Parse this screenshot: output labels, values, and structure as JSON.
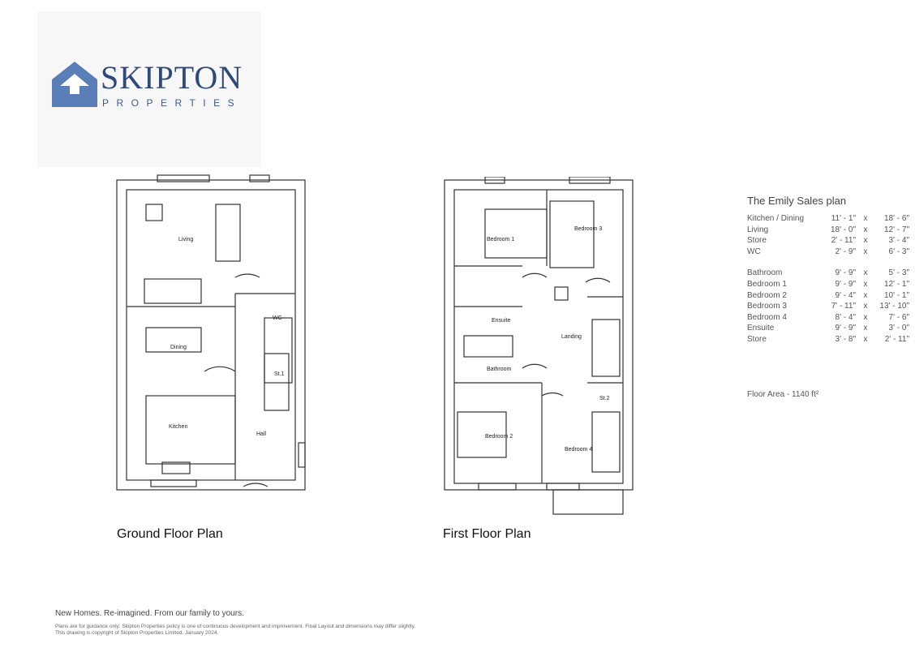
{
  "brand": {
    "name": "SKIPTON",
    "sub": "PROPERTIES"
  },
  "ground": {
    "label": "Ground Floor Plan",
    "rooms": {
      "living": "Living",
      "dining": "Dining",
      "kitchen": "Kitchen",
      "wc": "WC",
      "st1": "St.1",
      "hall": "Hall"
    }
  },
  "first": {
    "label": "First Floor Plan",
    "rooms": {
      "bedroom1": "Bedroom 1",
      "bedroom3": "Bedroom 3",
      "ensuite": "Ensuite",
      "landing": "Landing",
      "bathroom": "Bathroom",
      "st2": "St.2",
      "bedroom2": "Bedroom 2",
      "bedroom4": "Bedroom 4"
    }
  },
  "schedule": {
    "title": "The Emily Sales plan",
    "ground_rows": [
      {
        "name": "Kitchen / Dining",
        "a": "11' - 1\"",
        "x": "x",
        "b": "18' - 6\""
      },
      {
        "name": "Living",
        "a": "18' - 0\"",
        "x": "x",
        "b": "12' - 7\""
      },
      {
        "name": "Store",
        "a": "2' - 11\"",
        "x": "x",
        "b": "3' - 4\""
      },
      {
        "name": "WC",
        "a": "2' - 9\"",
        "x": "x",
        "b": "6' - 3\""
      }
    ],
    "first_rows": [
      {
        "name": "Bathroom",
        "a": "9' - 9\"",
        "x": "x",
        "b": "5' - 3\""
      },
      {
        "name": "Bedroom 1",
        "a": "9' - 9\"",
        "x": "x",
        "b": "12' - 1\""
      },
      {
        "name": "Bedroom 2",
        "a": "9' - 4\"",
        "x": "x",
        "b": "10' - 1\""
      },
      {
        "name": "Bedroom 3",
        "a": "7' - 11\"",
        "x": "x",
        "b": "13' - 10\""
      },
      {
        "name": "Bedroom 4",
        "a": "8' - 4\"",
        "x": "x",
        "b": "7' - 6\""
      },
      {
        "name": "Ensuite",
        "a": "9' - 9\"",
        "x": "x",
        "b": "3' - 0\""
      },
      {
        "name": "Store",
        "a": "3' - 8\"",
        "x": "x",
        "b": "2' - 11\""
      }
    ],
    "floor_area": "Floor Area - 1140 ft²"
  },
  "footer": {
    "tagline": "New Homes. Re-imagined. From our family to yours.",
    "disclaimer1": "Plans are for guidance only: Skipton Properties policy is one of continuous development and improvement. Final Layout and dimensions may differ slightly.",
    "disclaimer2": "This drawing is copyright of Skipton Properties Limited. January 2024."
  },
  "colors": {
    "brand_blue": "#2f4a7a",
    "logo_blue": "#5a7fb8",
    "wall": "#333333"
  }
}
